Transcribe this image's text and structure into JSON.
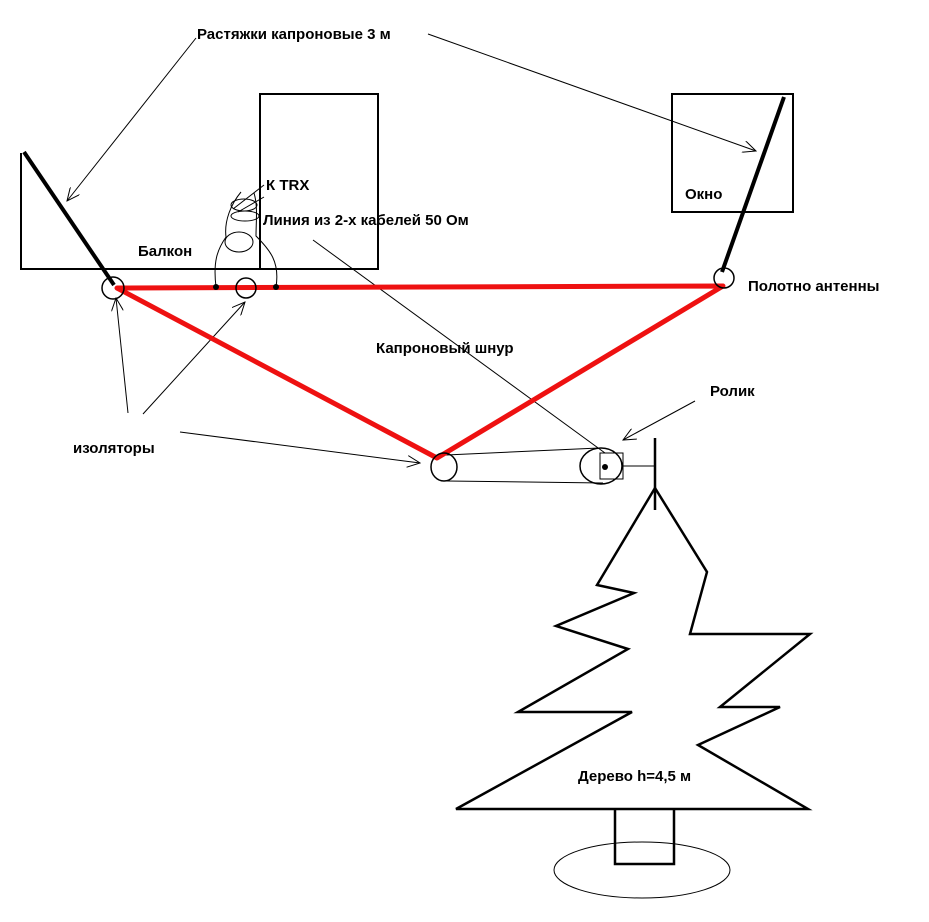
{
  "labels": {
    "guy_ropes": "Растяжки капроновые 3 м",
    "to_trx": "К TRX",
    "feed_line": "Линия из 2-х кабелей 50 Ом",
    "balcony": "Балкон",
    "window": "Окно",
    "antenna_wire": "Полотно антенны",
    "nylon_cord": "Капроновый шнур",
    "pulley": "Ролик",
    "insulators": "изоляторы",
    "tree": "Дерево h=4,5 м"
  },
  "colors": {
    "antenna": "#ee1111",
    "ink": "#000000"
  }
}
